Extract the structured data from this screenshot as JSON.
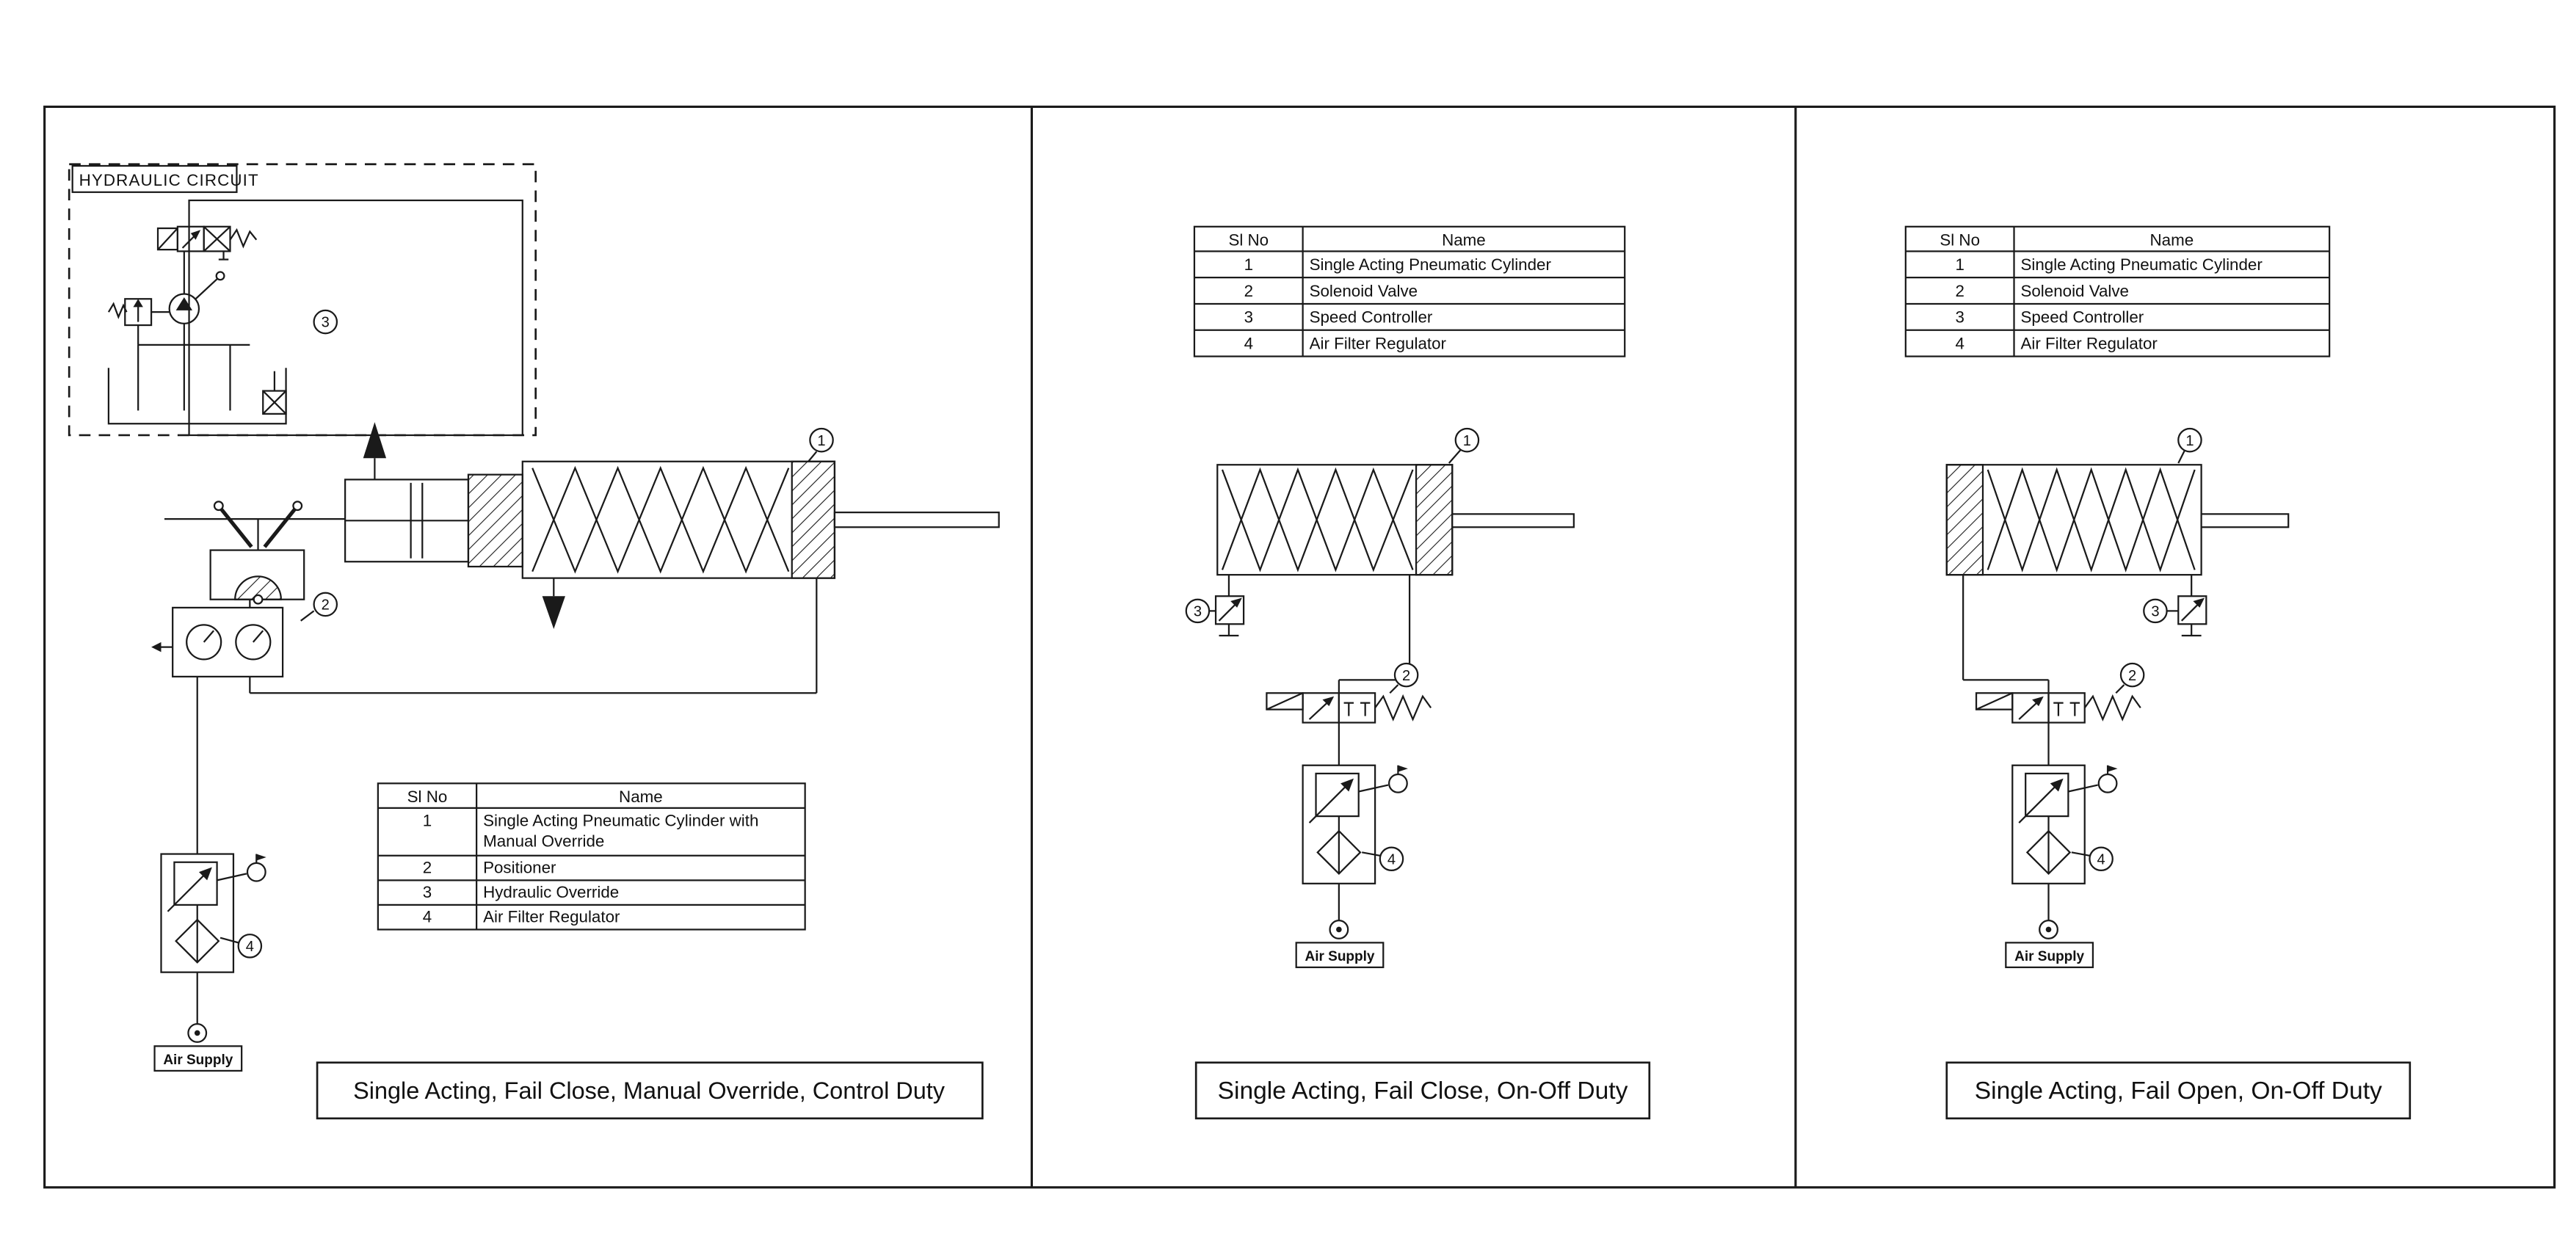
{
  "colors": {
    "line": "#1a1a1a",
    "background": "#ffffff"
  },
  "callouts": {
    "c1": "1",
    "c2": "2",
    "c3": "3",
    "c4": "4"
  },
  "panels": {
    "left": {
      "hydraulic_title": "HYDRAULIC CIRCUIT",
      "table": {
        "headers": {
          "no": "Sl No",
          "name": "Name"
        },
        "rows": [
          {
            "no": "1",
            "name_line1": "Single Acting Pneumatic Cylinder with",
            "name_line2": "Manual Override"
          },
          {
            "no": "2",
            "name": "Positioner"
          },
          {
            "no": "3",
            "name": "Hydraulic Override"
          },
          {
            "no": "4",
            "name": "Air Filter Regulator"
          }
        ]
      },
      "air_supply_label": "Air Supply",
      "caption": "Single Acting, Fail Close, Manual Override, Control Duty"
    },
    "middle": {
      "table": {
        "headers": {
          "no": "Sl No",
          "name": "Name"
        },
        "rows": [
          {
            "no": "1",
            "name": "Single Acting Pneumatic Cylinder"
          },
          {
            "no": "2",
            "name": "Solenoid Valve"
          },
          {
            "no": "3",
            "name": "Speed Controller"
          },
          {
            "no": "4",
            "name": "Air Filter Regulator"
          }
        ]
      },
      "air_supply_label": "Air Supply",
      "caption": "Single Acting, Fail Close, On-Off Duty"
    },
    "right": {
      "table": {
        "headers": {
          "no": "Sl No",
          "name": "Name"
        },
        "rows": [
          {
            "no": "1",
            "name": "Single Acting Pneumatic Cylinder"
          },
          {
            "no": "2",
            "name": "Solenoid Valve"
          },
          {
            "no": "3",
            "name": "Speed Controller"
          },
          {
            "no": "4",
            "name": "Air Filter Regulator"
          }
        ]
      },
      "air_supply_label": "Air Supply",
      "caption": "Single Acting, Fail Open, On-Off Duty"
    }
  }
}
